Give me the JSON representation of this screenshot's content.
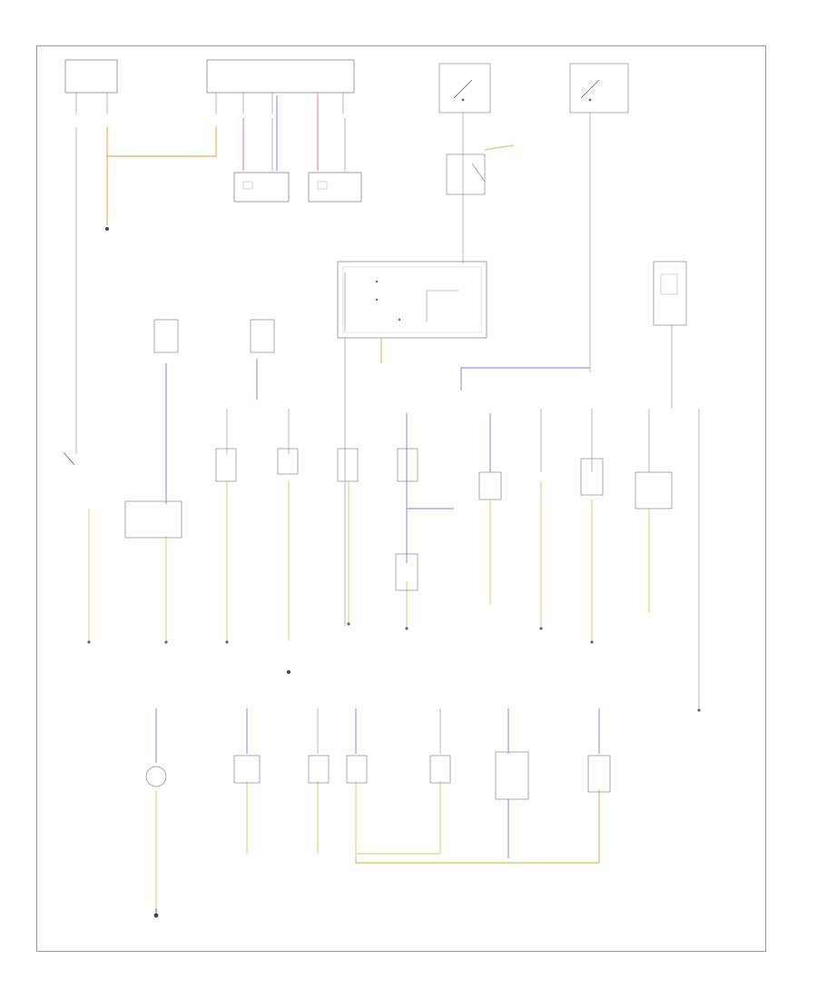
{
  "diagram": {
    "type": "wiring-schematic",
    "wire_colors": {
      "orange": "#f4b878",
      "yellow": "#e8dc9a",
      "blue": "#a8a8ee",
      "pink": "#f09ab0",
      "dark_yellow": "#e2c97a",
      "green": "#b8e48a",
      "gray": "#bbbbbb",
      "line": "#888888"
    },
    "components": [
      {
        "id": "top-left-module",
        "icon": "module-box"
      },
      {
        "id": "top-center-module",
        "icon": "module-box"
      },
      {
        "id": "transmission-sensor-left",
        "icon": "sensor-box"
      },
      {
        "id": "transmission-sensor-right",
        "icon": "sensor-box"
      },
      {
        "id": "ignition-switch",
        "icon": "switch"
      },
      {
        "id": "fuse-block-switch",
        "icon": "switch"
      },
      {
        "id": "relay-module",
        "icon": "relay-box"
      },
      {
        "id": "control-unit-box",
        "icon": "control-box"
      },
      {
        "id": "right-module",
        "icon": "module-box"
      },
      {
        "id": "ground-point-bottom",
        "icon": "ground-symbol"
      }
    ],
    "footer": {
      "code": ""
    }
  }
}
